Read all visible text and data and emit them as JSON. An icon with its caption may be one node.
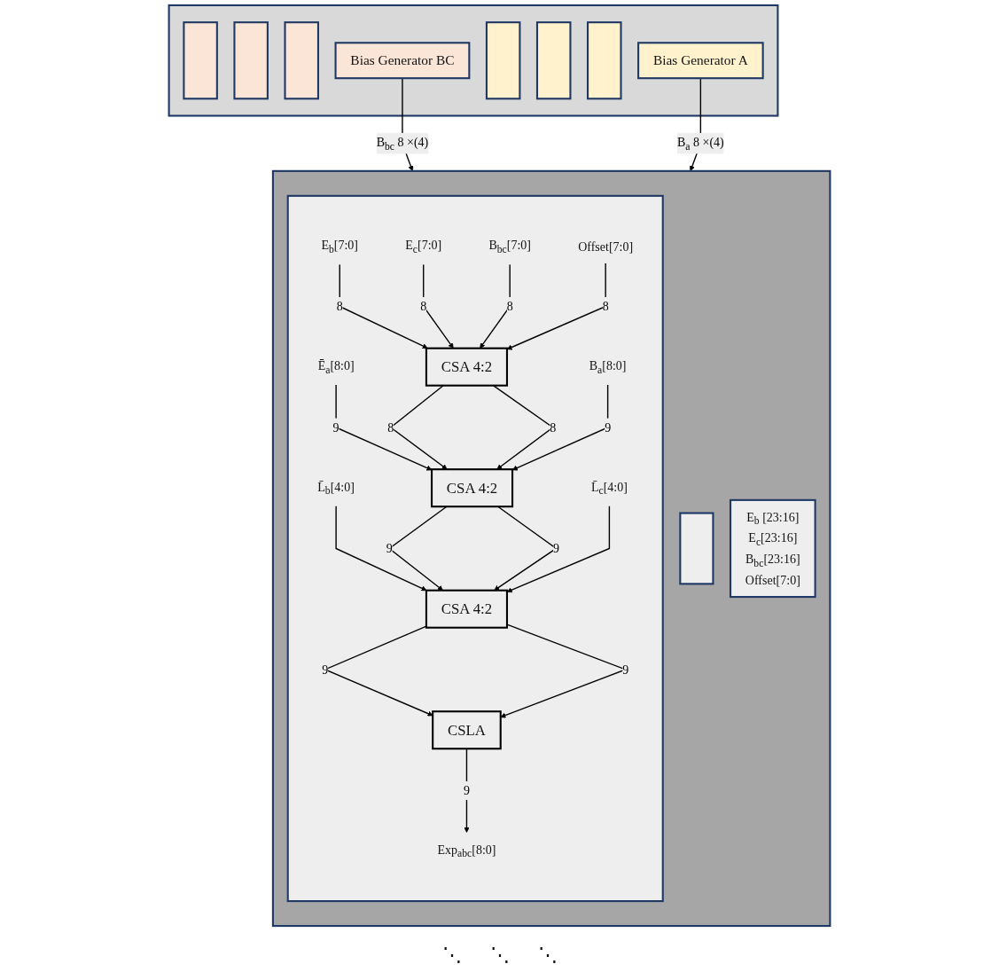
{
  "diagram": {
    "nodes": [
      {
        "text": [],
        "shape": "box"
      },
      {
        "text": [],
        "shape": "box",
        "in": 0
      },
      {
        "text": [],
        "shape": "box",
        "in": 0
      },
      {
        "text": [],
        "shape": "box",
        "in": 0
      },
      {
        "text": [
          "Bias Generator BC"
        ],
        "in": 0
      },
      {
        "text": [],
        "shape": "box",
        "in": 0
      },
      {
        "text": [],
        "shape": "box",
        "in": 0
      },
      {
        "text": [],
        "shape": "box",
        "in": 0
      },
      {
        "text": [
          "Bias Generator A"
        ],
        "in": 0
      },
      {
        "text": [],
        "shape": "box"
      },
      {
        "text": [],
        "shape": "box",
        "in": 9
      },
      {
        "text": [
          "E$_{b}$ [23:16]",
          "E$_{c}$[23:16]",
          "B$_{bc}$[23:16]",
          "Offset[7:0]"
        ],
        "in": 9
      },
      {
        "text": [],
        "shape": "box",
        "in": 9
      },
      {
        "text": [
          "E$_{b}$[7:0]"
        ],
        "in": 12
      },
      {
        "text": [
          "E$_{c}$[7:0]"
        ],
        "in": 12
      },
      {
        "text": [
          "B$_{bc}$[7:0]"
        ],
        "in": 12
      },
      {
        "text": [
          "Offset[7:0]"
        ],
        "in": 12
      },
      {
        "text": [
          "CSA 4:2"
        ],
        "in": 12
      },
      {
        "text": [
          "Ē$_{a}$[8:0]"
        ],
        "in": 12
      },
      {
        "text": [
          "B$_{a}$[8:0]"
        ],
        "in": 12
      },
      {
        "text": [
          "CSA 4:2"
        ],
        "in": 12
      },
      {
        "text": [
          "L̄$_{b}$[4:0]"
        ],
        "in": 12
      },
      {
        "text": [
          "L̄$_{c}$[4:0]"
        ],
        "in": 12
      },
      {
        "text": [
          "CSA 4:2"
        ],
        "in": 12
      },
      {
        "text": [
          "CSLA"
        ],
        "in": 12
      },
      {
        "text": [
          "Exp$_{abc}$[8:0]"
        ],
        "in": 12
      }
    ],
    "edges": [
      {
        "from": 4,
        "to": 9,
        "arrow": "to",
        "label": "B$_{bc}$ 8 ×(4)"
      },
      {
        "from": 8,
        "to": 9,
        "arrow": "to",
        "label": "B$_{a}$ 8 ×(4)"
      },
      {
        "from": 13,
        "to": 17,
        "arrow": "to",
        "label": "8"
      },
      {
        "from": 14,
        "to": 17,
        "arrow": "to",
        "label": "8"
      },
      {
        "from": 15,
        "to": 17,
        "arrow": "to",
        "label": "8"
      },
      {
        "from": 16,
        "to": 17,
        "arrow": "to",
        "label": "8"
      },
      {
        "from": 18,
        "to": 20,
        "arrow": "to",
        "label": "9"
      },
      {
        "from": 17,
        "to": 20,
        "arrow": "to",
        "label": "8"
      },
      {
        "from": 17,
        "to": 20,
        "arrow": "to",
        "label": "8"
      },
      {
        "from": 19,
        "to": 20,
        "arrow": "to",
        "label": "9"
      },
      {
        "from": 21,
        "to": 23,
        "arrow": "to"
      },
      {
        "from": 20,
        "to": 23,
        "arrow": "to",
        "label": "9"
      },
      {
        "from": 20,
        "to": 23,
        "arrow": "to",
        "label": "9"
      },
      {
        "from": 22,
        "to": 23,
        "arrow": "to"
      },
      {
        "from": 23,
        "to": 24,
        "arrow": "to",
        "label": "9"
      },
      {
        "from": 23,
        "to": 24,
        "arrow": "to",
        "label": "9"
      },
      {
        "from": 24,
        "to": 25,
        "arrow": "to",
        "label": "9"
      }
    ],
    "labels": [
      "⋱",
      "⋱",
      "⋱"
    ]
  }
}
